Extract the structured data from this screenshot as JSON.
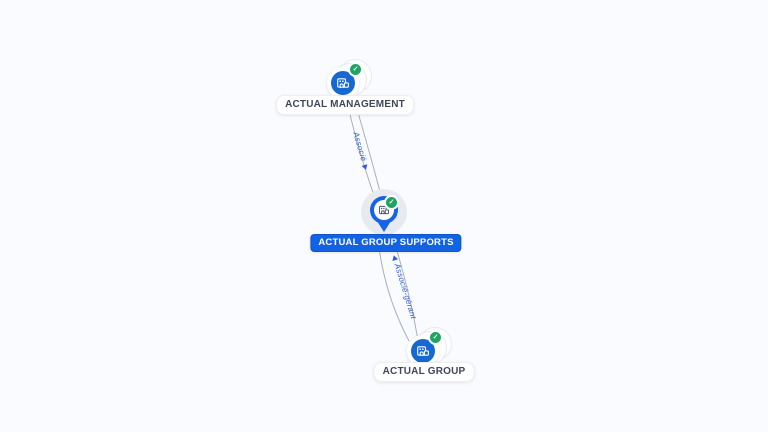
{
  "app": {
    "name": "company-network-graph"
  },
  "graph": {
    "nodes": [
      {
        "id": "actual-management",
        "label": "ACTUAL MANAGEMENT",
        "verified": true,
        "selected": false
      },
      {
        "id": "actual-group-supports",
        "label": "ACTUAL GROUP SUPPORTS",
        "verified": true,
        "selected": true
      },
      {
        "id": "actual-group",
        "label": "ACTUAL GROUP",
        "verified": true,
        "selected": false
      }
    ],
    "edges": [
      {
        "from": "ACTUAL MANAGEMENT",
        "to": "ACTUAL GROUP SUPPORTS",
        "label": "Associé",
        "arrow_direction": "toward-supports"
      },
      {
        "from": "ACTUAL GROUP",
        "to": "ACTUAL GROUP SUPPORTS",
        "label": "Associé-gérant",
        "arrow_direction": "toward-supports"
      }
    ]
  },
  "icons": {
    "company": "building-icon",
    "verified": "check-badge-icon",
    "verified_glyph": "✓",
    "edge_arrow": "triangle"
  },
  "colors": {
    "background": "#fafbfe",
    "node_blue": "#1768d3",
    "pin_blue": "#1463e8",
    "selected_label_bg": "#1263e3",
    "verified_green": "#1fa463",
    "edge_line": "#a7afc1",
    "edge_label_text": "#2d5ecc",
    "node_label_text": "#3f4659"
  }
}
